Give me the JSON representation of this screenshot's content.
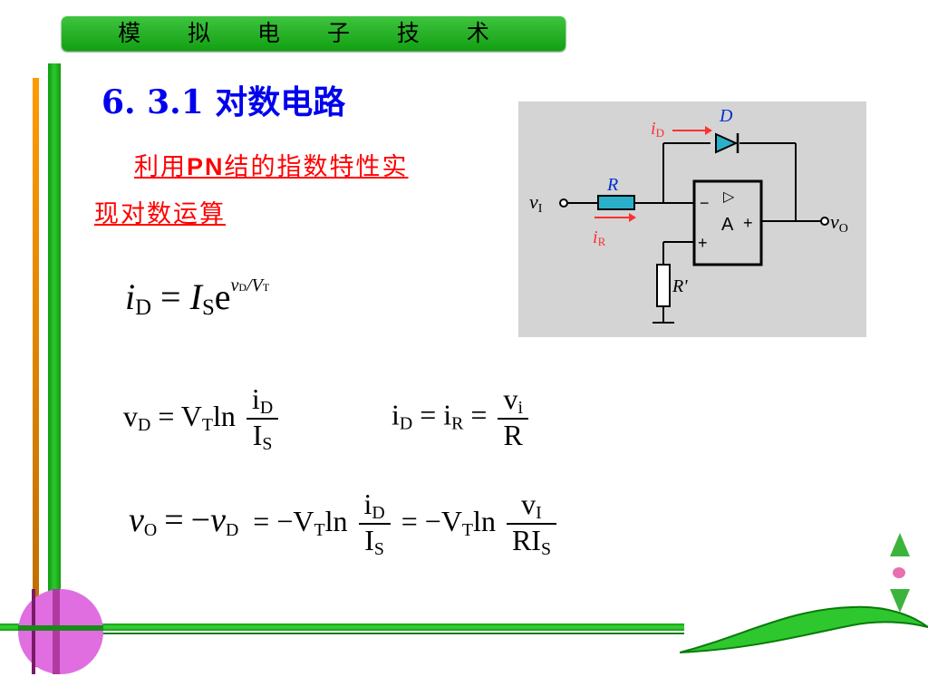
{
  "header": {
    "title": "模 拟 电 子 技 术"
  },
  "section": {
    "title": "6. 3.1 对数电路"
  },
  "description": {
    "line1_prefix": "利用",
    "line1_bold": "PN",
    "line1_suffix": "结的指数特性实",
    "line2": "现对数运算"
  },
  "circuit": {
    "labels": {
      "iD": "i",
      "iD_sub": "D",
      "D": "D",
      "R": "R",
      "vI": "v",
      "vI_sub": "I",
      "iR": "i",
      "iR_sub": "R",
      "minus": "−",
      "plus": "+",
      "tri": "▷",
      "A": "A",
      "out_plus": "+",
      "vO": "v",
      "vO_sub": "O",
      "Rp": "R'"
    }
  },
  "equations": {
    "eq1": {
      "lhs": "i",
      "lhs_sub": "D",
      "eq": "=",
      "I": "I",
      "I_sub": "S",
      "e": "e",
      "exp": "v",
      "exp_sub": "D",
      "exp_rest": "/V",
      "exp_rest_sub": "T"
    },
    "eq2": {
      "v": "v",
      "v_sub": "D",
      "eq": "=",
      "V": "V",
      "V_sub": "T",
      "ln": "ln",
      "num": "i",
      "num_sub": "D",
      "den": "I",
      "den_sub": "S"
    },
    "eq3": {
      "i1": "i",
      "i1_sub": "D",
      "eq1": "=",
      "i2": "i",
      "i2_sub": "R",
      "eq2": "=",
      "num": "v",
      "num_sub": "i",
      "den": "R"
    },
    "eq4": {
      "v": "v",
      "v_sub": "O",
      "eq1": "=",
      "neg": "−",
      "v2": "v",
      "v2_sub": "D",
      "eq2": "=",
      "negV": "−V",
      "negV_sub": "T",
      "ln": "ln",
      "frac1_num": "i",
      "frac1_num_sub": "D",
      "frac1_den": "I",
      "frac1_den_sub": "S",
      "eq3": "=",
      "negV2": "−V",
      "negV2_sub": "T",
      "ln2": "ln",
      "frac2_num": "v",
      "frac2_num_sub": "I",
      "frac2_den": "RI",
      "frac2_den_sub": "S"
    }
  },
  "colors": {
    "header_green": "#12a012",
    "title_blue": "#0000ee",
    "desc_red": "#ff0000",
    "panel_gray": "#d4d4d4",
    "diode_teal": "#2ab0c8",
    "arrow_red": "#ff3030"
  },
  "icons": {
    "nav_up": "triangle-up-icon",
    "nav_dot": "dot-icon",
    "nav_down": "triangle-down-icon"
  }
}
